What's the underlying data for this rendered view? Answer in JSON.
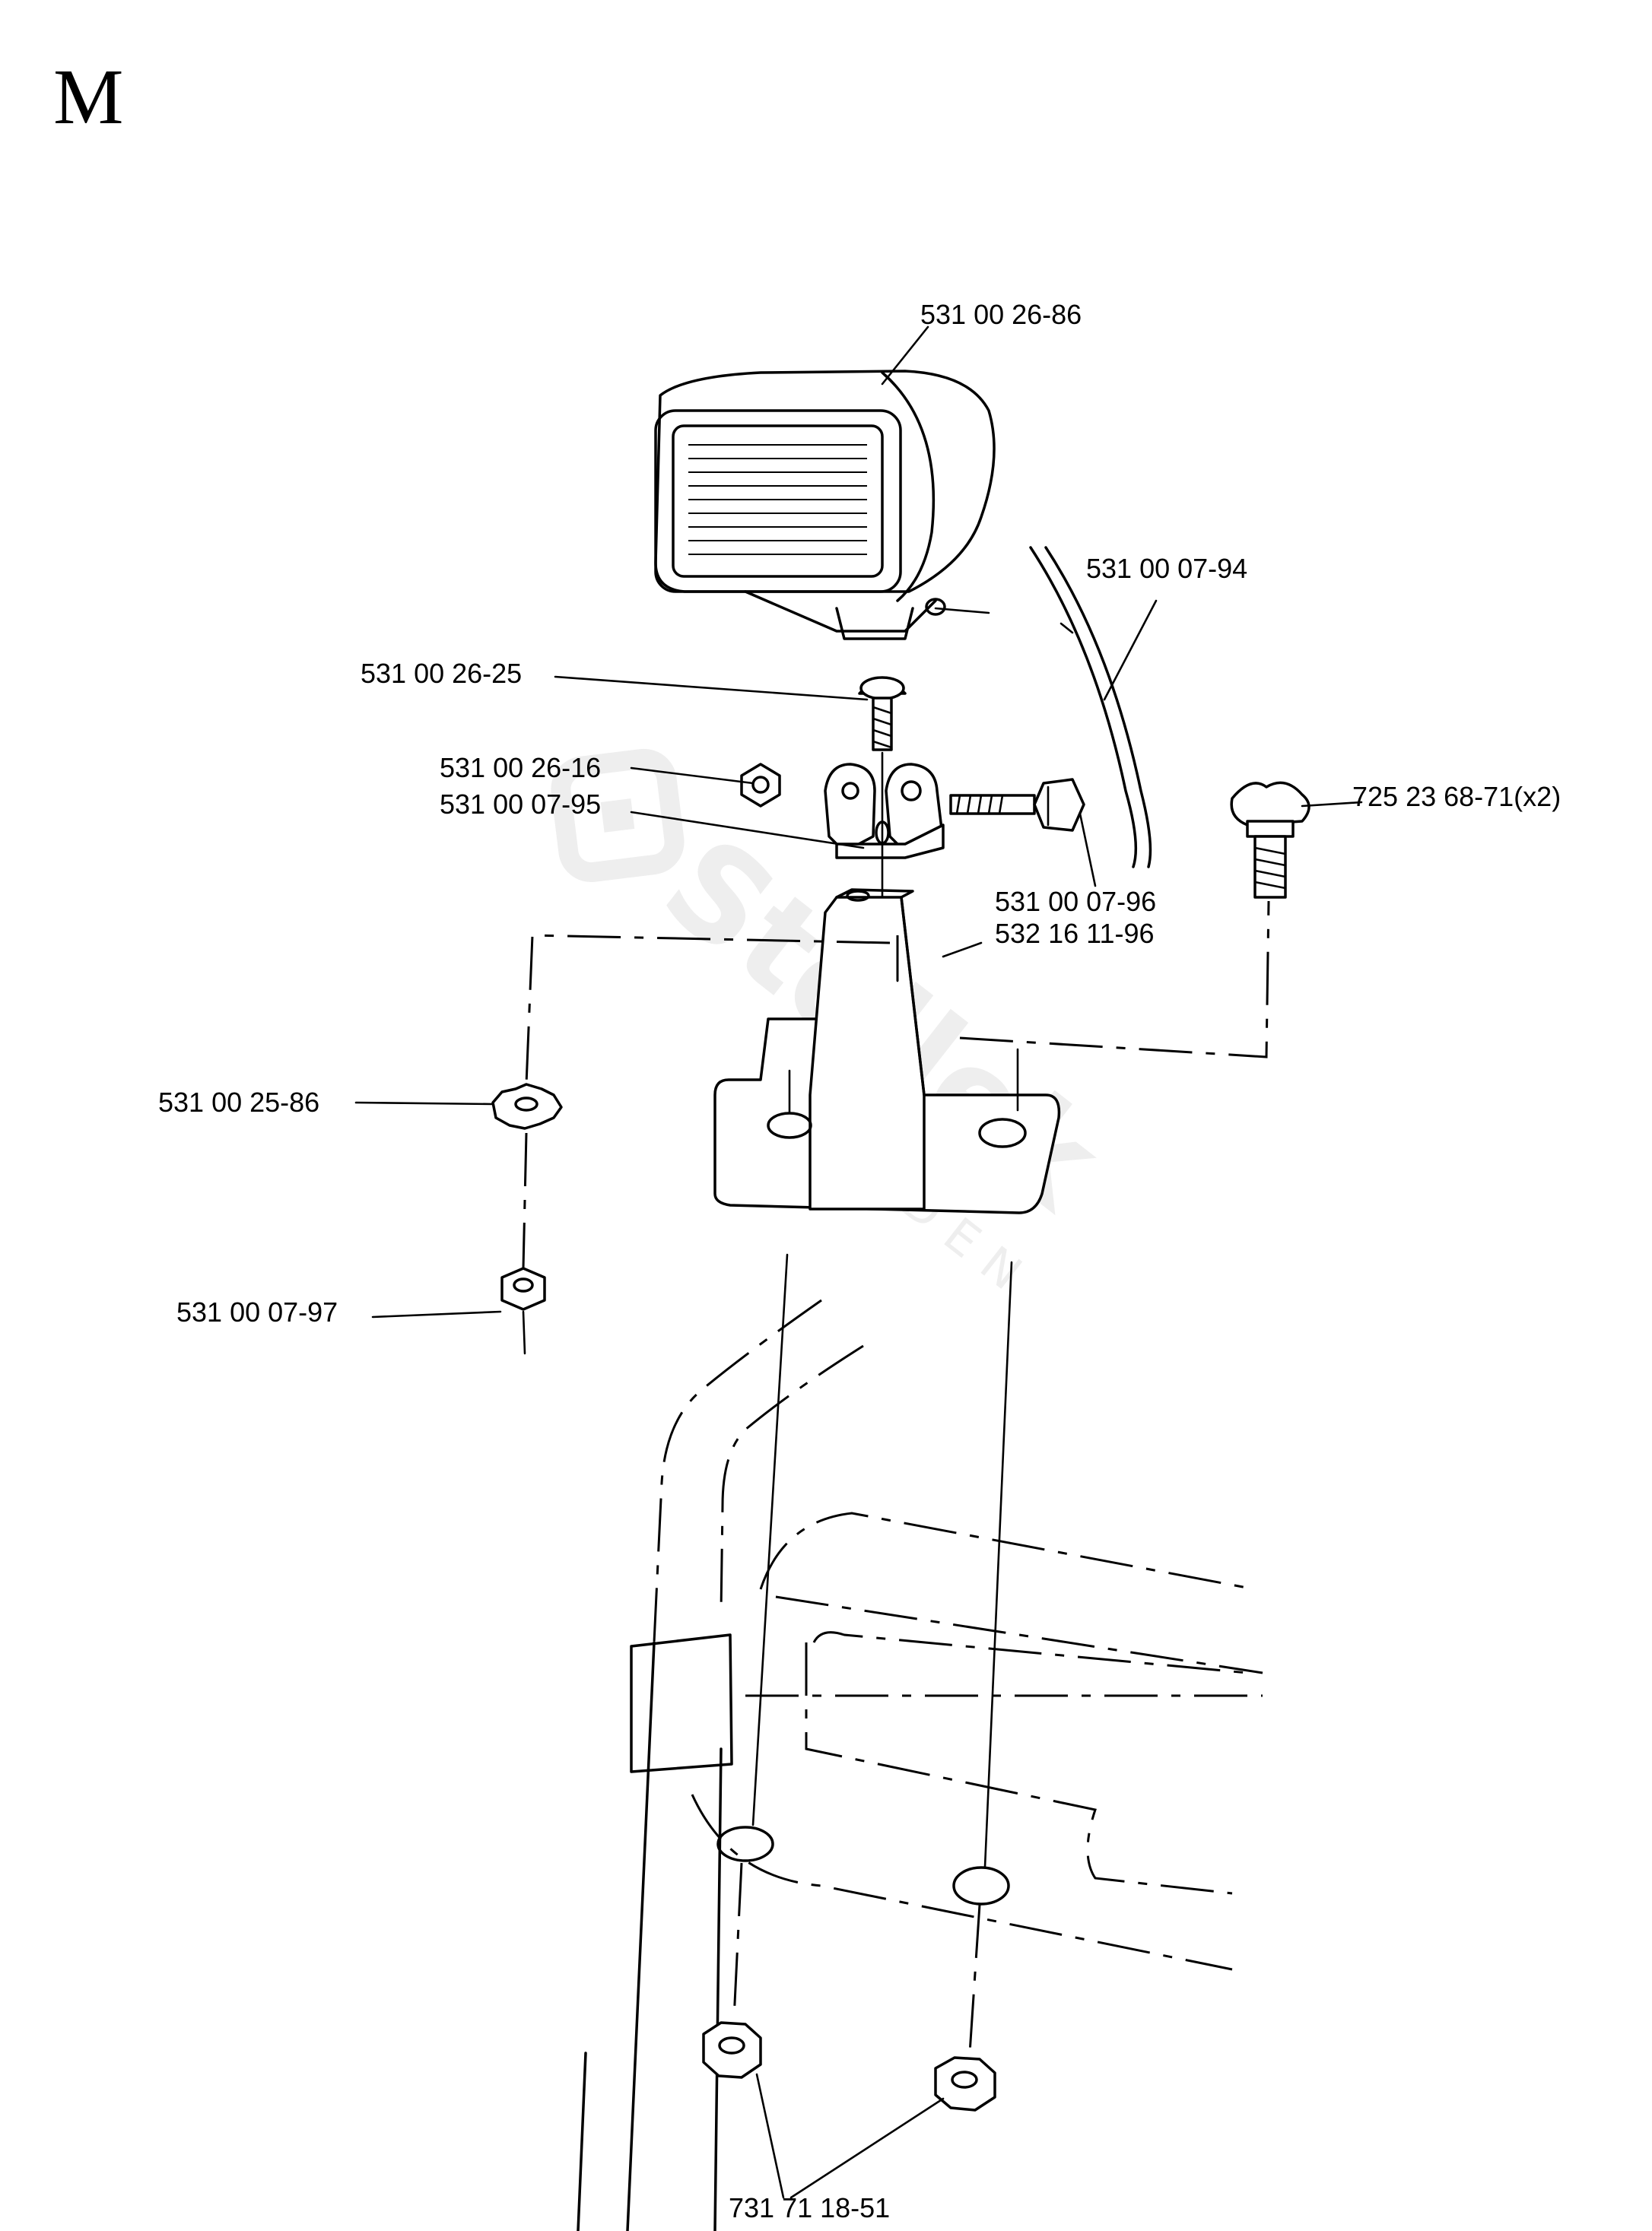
{
  "page_letter": "M",
  "watermark": {
    "brand": "Stellek",
    "sub": "GARDEN"
  },
  "parts": {
    "lamp": "531 00 26-86",
    "cable": "531 00 07-94",
    "carriage_bolt": "531 00 26-25",
    "lock_nut_small": "531 00 26-16",
    "bracket": "531 00 07-95",
    "hex_bolt": "531 00 07-96",
    "lamp_stand": "532 16 11-96",
    "knob_bolt": "725 23 68-71(x2)",
    "serrated_washer": "531 00 25-86",
    "hex_nut": "531 00 07-97",
    "flange_nut": "731 71 18-51"
  }
}
